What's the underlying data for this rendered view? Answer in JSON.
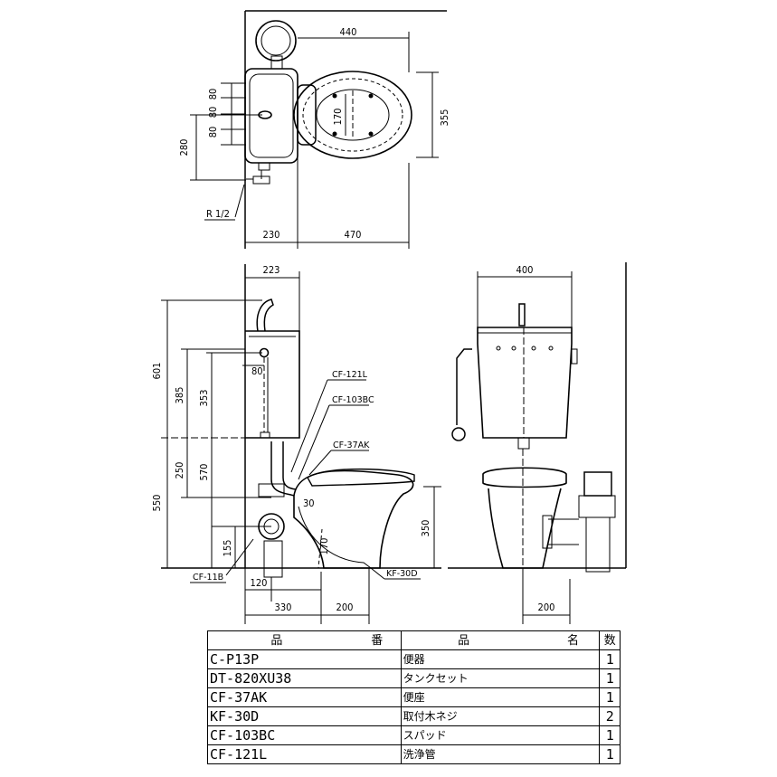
{
  "top_view": {
    "dim_width_440": "440",
    "dim_355": "355",
    "dim_170": "170",
    "dim_80a": "80",
    "dim_80b": "80",
    "dim_80c": "80",
    "dim_280": "280",
    "dim_230": "230",
    "dim_470": "470",
    "pipe_label": "R 1/2"
  },
  "side_view": {
    "dim_223": "223",
    "dim_601": "601",
    "dim_385": "385",
    "dim_353": "353",
    "dim_80": "80",
    "dim_250": "250",
    "dim_570": "570",
    "dim_550": "550",
    "dim_155": "155",
    "dim_120": "120",
    "dim_330": "330",
    "dim_200": "200",
    "dim_30": "30",
    "dim_350": "350",
    "dim_170": "170",
    "label_cf121l": "CF-121L",
    "label_cf103bc": "CF-103BC",
    "label_cf37ak": "CF-37AK",
    "label_cf11b": "CF-11B",
    "label_kf30d": "KF-30D"
  },
  "front_view": {
    "dim_400": "400",
    "dim_200": "200"
  },
  "parts_table": {
    "header_code_a": "品",
    "header_code_b": "番",
    "header_name_a": "品",
    "header_name_b": "名",
    "header_qty": "数",
    "rows": [
      {
        "code": "C-P13P",
        "name": "便器",
        "qty": "1"
      },
      {
        "code": "DT-820XU38",
        "name": "タンクセット",
        "qty": "1"
      },
      {
        "code": "CF-37AK",
        "name": "便座",
        "qty": "1"
      },
      {
        "code": "KF-30D",
        "name": "取付木ネジ",
        "qty": "2"
      },
      {
        "code": "CF-103BC",
        "name": "スパッド",
        "qty": "1"
      },
      {
        "code": "CF-121L",
        "name": "洗浄管",
        "qty": "1"
      }
    ]
  }
}
